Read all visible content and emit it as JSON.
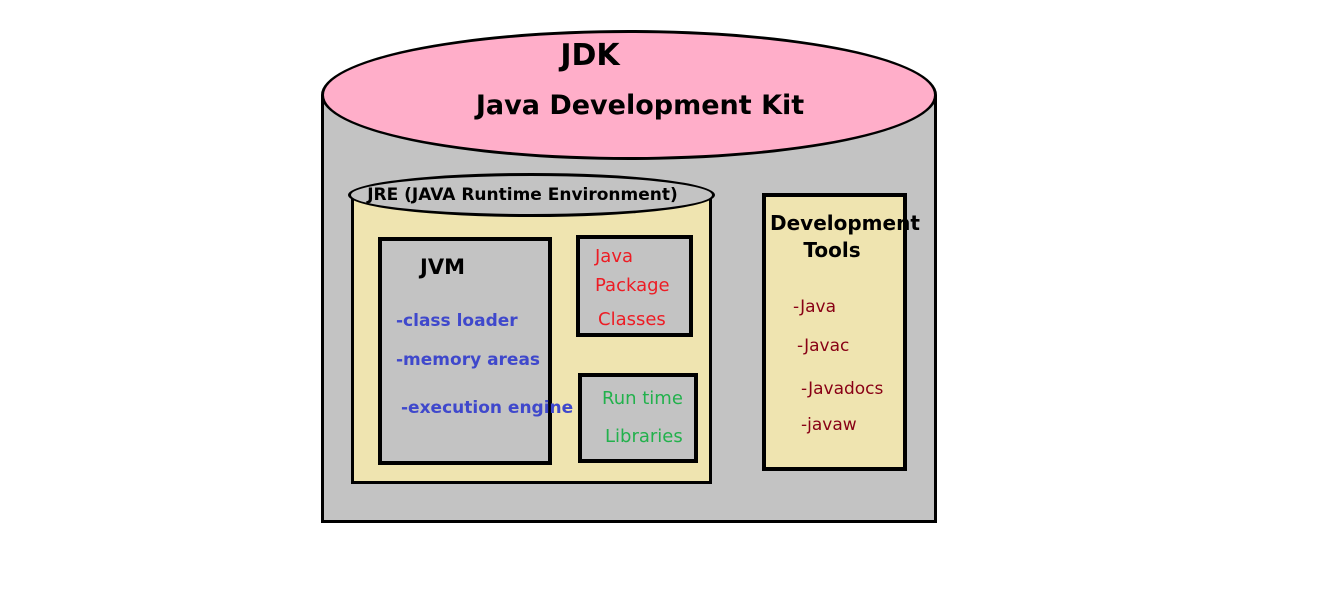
{
  "jdk": {
    "title": "JDK",
    "subtitle": "Java Development Kit"
  },
  "jre": {
    "title": "JRE (JAVA Runtime Environment)"
  },
  "jvm": {
    "title": "JVM",
    "items": [
      "-class loader",
      "-memory areas",
      "-execution engine"
    ]
  },
  "package_classes": {
    "lines": [
      "Java",
      "Package",
      "Classes"
    ]
  },
  "runtime_libraries": {
    "lines": [
      "Run time",
      "Libraries"
    ]
  },
  "development_tools": {
    "title": "Development Tools",
    "items": [
      "-Java",
      "-Javac",
      "-Javadocs",
      "-javaw"
    ]
  },
  "colors": {
    "jdk_top": "#ffaec9",
    "cylinder_body": "#c3c3c3",
    "jre_body": "#efe4b0",
    "jvm_items": "#3f48cc",
    "package_text": "#ed1c24",
    "runtime_text": "#22b14c",
    "tool_items": "#880015"
  }
}
